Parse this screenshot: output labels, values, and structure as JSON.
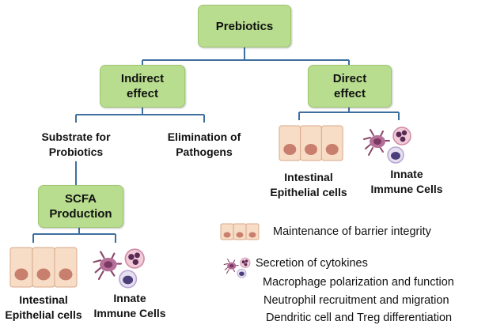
{
  "root": {
    "label": "Prebiotics"
  },
  "indirect": {
    "label": "Indirect\neffect",
    "substrate": "Substrate for\nProbiotics",
    "elimination": "Elimination of\nPathogens",
    "scfa": "SCFA\nProduction",
    "epithelial": "Intestinal\nEpithelial cells",
    "immune": "Innate\nImmune Cells"
  },
  "direct": {
    "label": "Direct\neffect",
    "epithelial": "Intestinal\nEpithelial cells",
    "immune": "Innate\nImmune Cells"
  },
  "legend": {
    "barrier": "Maintenance of barrier integrity",
    "cytokines": "Secretion of cytokines",
    "effects": [
      "Macrophage polarization and function",
      "Neutrophil recruitment and migration",
      "Dendritic cell and Treg differentiation"
    ]
  },
  "colors": {
    "box_fill": "#b8dd8e",
    "connector": "#3f6f9e",
    "cell_fill": "#f7dcc6",
    "nucleus": "#c97f6d"
  },
  "icons": {
    "epithelial": "epithelial-cells-icon",
    "immune": "innate-immune-cells-icon"
  }
}
